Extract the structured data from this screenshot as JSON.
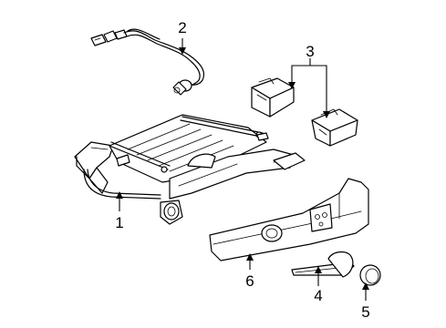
{
  "diagram": {
    "callouts": {
      "c1": "1",
      "c2": "2",
      "c3": "3",
      "c4": "4",
      "c5": "5",
      "c6": "6"
    },
    "colors": {
      "line": "#000000",
      "background": "#ffffff"
    }
  }
}
